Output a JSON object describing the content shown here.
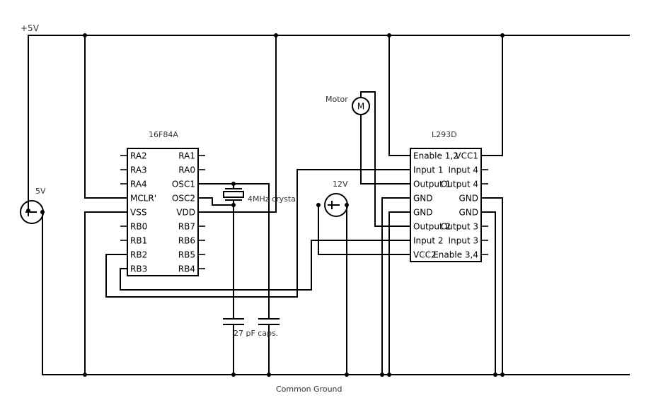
{
  "labels": {
    "rail": "+5V",
    "source_5v": "5V",
    "source_12v": "12V",
    "motor": "Motor",
    "motor_symbol": "M",
    "crystal": "4MHz crystal",
    "caps": "27 pF caps.",
    "ground": "Common Ground"
  },
  "pic": {
    "name": "16F84A",
    "left_pins": [
      "RA2",
      "RA3",
      "RA4",
      "MCLR'",
      "VSS",
      "RB0",
      "RB1",
      "RB2",
      "RB3"
    ],
    "right_pins": [
      "RA1",
      "RA0",
      "OSC1",
      "OSC2",
      "VDD",
      "RB7",
      "RB6",
      "RB5",
      "RB4"
    ]
  },
  "driver": {
    "name": "L293D",
    "left_pins": [
      "Enable 1,2",
      "Input 1",
      "Output 1",
      "GND",
      "GND",
      "Output 2",
      "Input 2",
      "VCC2"
    ],
    "right_pins": [
      "VCC1",
      "Input 4",
      "Output 4",
      "GND",
      "GND",
      "Output 3",
      "Input 3",
      "Enable 3,4"
    ]
  }
}
